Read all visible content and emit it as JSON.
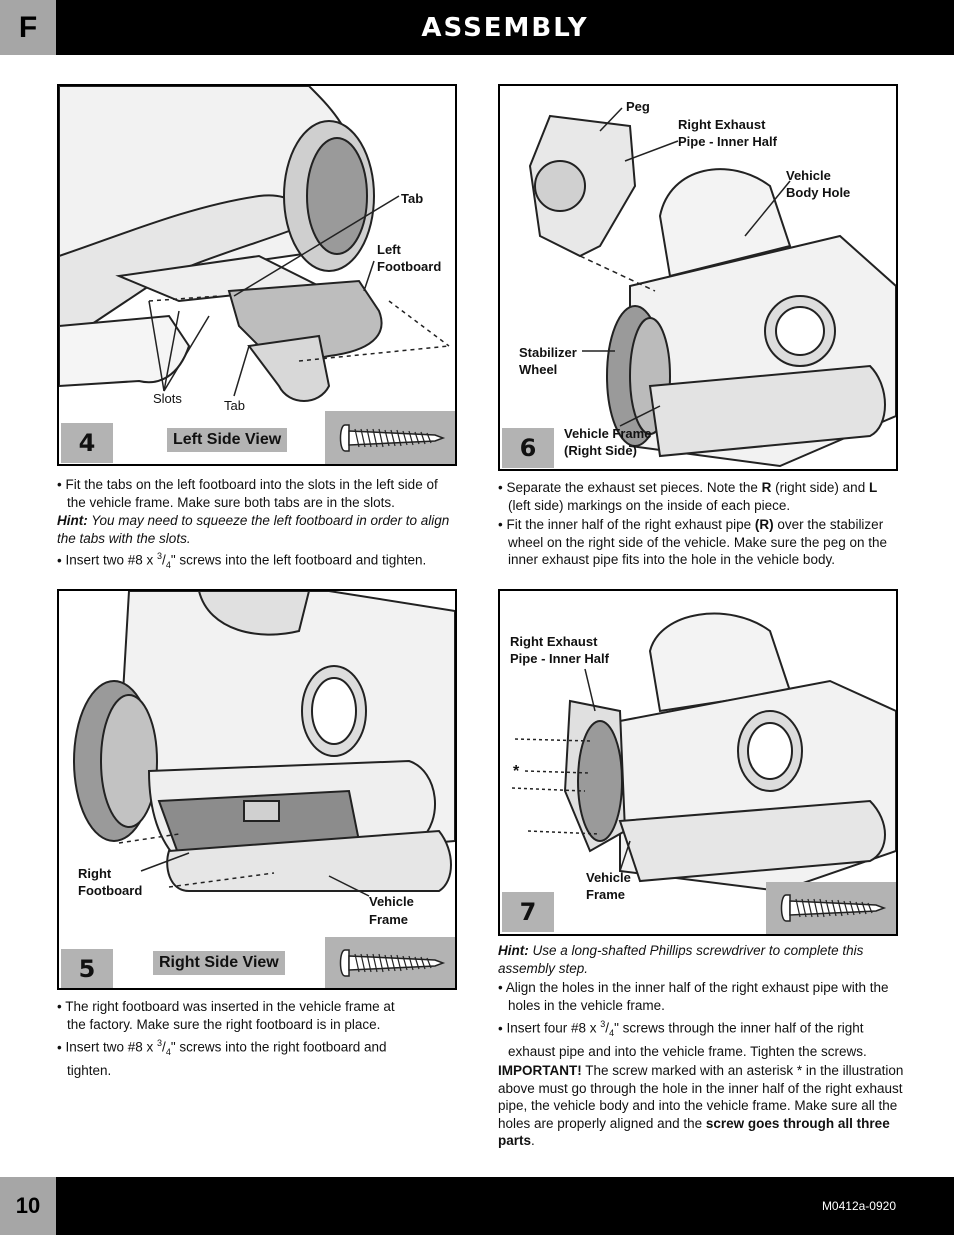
{
  "header": {
    "section": "F",
    "title": "ASSEMBLY"
  },
  "footer": {
    "page": "10",
    "code": "M0412a-0920"
  },
  "step4": {
    "number": "4",
    "view_label": "Left Side View",
    "labels": {
      "tab_top": "Tab",
      "left_footboard_1": "Left",
      "left_footboard_2": "Footboard",
      "slots": "Slots",
      "tab_bottom": "Tab"
    },
    "text": {
      "b1": "Fit the tabs on the left footboard into the slots in the left side of the vehicle frame. Make sure both tabs are in the slots.",
      "hint_label": "Hint:",
      "hint": "You may need to squeeze the left footboard in order to align the tabs with the slots.",
      "b2_pre": "Insert two #8 x ",
      "b2_num": "3",
      "b2_den": "4",
      "b2_post": "\" screws into the left footboard and tighten."
    }
  },
  "step5": {
    "number": "5",
    "view_label": "Right Side View",
    "labels": {
      "right_footboard_1": "Right",
      "right_footboard_2": "Footboard",
      "vehicle_frame_1": "Vehicle",
      "vehicle_frame_2": "Frame"
    },
    "text": {
      "b1": "The right footboard was inserted in the vehicle frame at the factory. Make sure the right footboard is in place.",
      "b2_pre": "Insert two #8 x ",
      "b2_num": "3",
      "b2_den": "4",
      "b2_post": "\" screws into the right footboard and tighten."
    }
  },
  "step6": {
    "number": "6",
    "labels": {
      "peg": "Peg",
      "exhaust_1": "Right Exhaust",
      "exhaust_2": "Pipe - Inner Half",
      "body_hole_1": "Vehicle",
      "body_hole_2": "Body Hole",
      "stabilizer_1": "Stabilizer",
      "stabilizer_2": "Wheel",
      "frame_1": "Vehicle Frame",
      "frame_2": "(Right Side)"
    },
    "text": {
      "b1_pre": "Separate the exhaust set pieces. Note the ",
      "b1_r": "R",
      "b1_mid": " (right side) and ",
      "b1_l": "L",
      "b1_post": " (left side) markings on the inside of each piece.",
      "b2_pre": "Fit the inner half of the right exhaust pipe ",
      "b2_r": "(R)",
      "b2_post": " over the stabilizer wheel on the right side of the vehicle. Make sure the peg on the inner exhaust pipe fits into the hole in the vehicle body."
    }
  },
  "step7": {
    "number": "7",
    "labels": {
      "exhaust_1": "Right Exhaust",
      "exhaust_2": "Pipe - Inner Half",
      "asterisk": "*",
      "frame_1": "Vehicle",
      "frame_2": "Frame"
    },
    "text": {
      "hint_label": "Hint:",
      "hint": "Use a long-shafted Phillips screwdriver to complete this assembly step.",
      "b1": "Align the holes in the inner half of the right exhaust pipe with the holes in the vehicle frame.",
      "b2_pre": "Insert four #8 x ",
      "b2_num": "3",
      "b2_den": "4",
      "b2_post": "\" screws through the inner half of the right exhaust pipe and into the vehicle frame. Tighten the screws.",
      "imp_label": "IMPORTANT!",
      "imp_1": " The screw marked with an asterisk ",
      "imp_star": "*",
      "imp_2": " in the illustration above must go through the hole in the inner half of the right exhaust pipe, the vehicle body and into the vehicle frame. Make sure all the holes are properly aligned and the ",
      "imp_bold": "screw goes through all three parts",
      "imp_end": "."
    }
  }
}
